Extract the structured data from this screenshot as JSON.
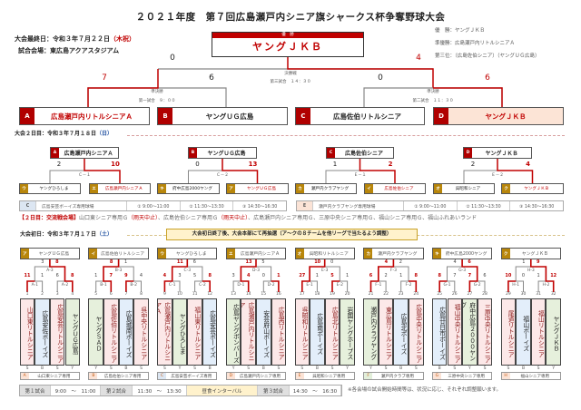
{
  "title": "２０２１年度　第７回広島瀬戸内シニア旗シャークス杯争奪野球大会",
  "final_day": {
    "date_label": "大会最終日：令和３年７月２２日",
    "holiday": "（木祝）",
    "venue": "試合会場：東広島アクアスタジアム"
  },
  "champion": {
    "header": "優　勝",
    "name": "ヤングＪＫＢ"
  },
  "results": [
    "優　勝：ヤングＪＫＢ",
    "準優勝：広島瀬戸内リトルシニアＡ",
    "第三位：（広島佐伯シニア）（ヤングＵＧ広島）"
  ],
  "final": {
    "label": "決勝戦",
    "time": "第三試合　１４：３０",
    "scores": [
      "0",
      "4"
    ],
    "win": 1
  },
  "semis": [
    {
      "label": "準決勝",
      "time": "第一試合　９：００",
      "scores": [
        "7",
        "6"
      ],
      "win": 0
    },
    {
      "label": "準決勝",
      "time": "第二試合　１１：３０",
      "scores": [
        "0",
        "6"
      ],
      "win": 1
    }
  ],
  "semi_teams": [
    {
      "letter": "A",
      "name": "広島瀬戸内リトルシニアＡ",
      "highlight": "red"
    },
    {
      "letter": "B",
      "name": "ヤングＵＧ広島",
      "highlight": "none"
    },
    {
      "letter": "C",
      "name": "広島佐伯リトルシニア",
      "highlight": "none"
    },
    {
      "letter": "D",
      "name": "ヤングＪＫＢ",
      "highlight": "fill"
    }
  ],
  "day2": {
    "date_label": "大会２日目：令和３年７月１８日",
    "weekday": "（日）",
    "groups": [
      {
        "letter": "A",
        "team": "広島瀬戸内シニアＡ",
        "label": "Ｃ－１",
        "scores": [
          "2",
          "10"
        ],
        "win": 1,
        "sides": [
          {
            "letter": "ウ",
            "name": "ヤングひろしま"
          },
          {
            "letter": "エ",
            "name": "広島瀬戸内シニアＡ"
          }
        ]
      },
      {
        "letter": "B",
        "team": "ヤングＵＧ広島",
        "label": "Ｃ－２",
        "scores": [
          "0",
          "13"
        ],
        "win": 1,
        "sides": [
          {
            "letter": "キ",
            "name": "府中広島2000ヤング"
          },
          {
            "letter": "ア",
            "name": "ヤングＵＧ広島"
          }
        ]
      },
      {
        "letter": "C",
        "team": "広島佐伯シニア",
        "label": "Ｅ－１",
        "scores": [
          "1",
          "2"
        ],
        "win": 1,
        "sides": [
          {
            "letter": "カ",
            "name": "瀬戸内クラブヤング"
          },
          {
            "letter": "イ",
            "name": "広島佐伯シニア"
          }
        ]
      },
      {
        "letter": "D",
        "team": "ヤングＪＫＢ",
        "label": "Ｅ－２",
        "scores": [
          "2",
          "4"
        ],
        "win": 1,
        "sides": [
          {
            "letter": "オ",
            "name": "呉昭和シニア"
          },
          {
            "letter": "ク",
            "name": "ヤングＪＫＢ"
          }
        ]
      }
    ],
    "venues": [
      {
        "letter": "C",
        "name": "広島安芸ボーイズ専用球場",
        "slots": [
          "① 9:00～11:00",
          "② 11:30～13:30",
          "③ 14:30～16:30"
        ]
      },
      {
        "letter": "E",
        "name": "瀬戸内クラブヤング専用球場",
        "slots": [
          "① 9:00～11:00",
          "② 11:30～13:30",
          "③ 14:30～16:30"
        ]
      }
    ],
    "exchange": {
      "head": "【２日目：交流戦会場】",
      "parts": [
        "山口東シニア専用Ｇ",
        "（雨天中止）",
        "、広島佐伯シニア専用Ｇ",
        "（雨天中止）",
        "、広島瀬戸内シニア専用Ｇ、三原中央シニア専用Ｇ、福山シニア専用Ｇ、福山ふれあいランド"
      ]
    }
  },
  "day1": {
    "date_label": "大会初日：令和３年７月１７日",
    "weekday": "（土）",
    "notice": "大会初日終了後、大会本部にて再抽選（ア～クの８チームを他リーグで当たるよう調整）",
    "groups": [
      {
        "letter": "ア",
        "winner": "ヤングＵＧ広島",
        "final": {
          "label": "A-3",
          "scores": [
            "3",
            "8"
          ],
          "win": 1
        },
        "r1": [
          {
            "label": "A-1",
            "scores": [
              "11",
              "1"
            ],
            "win": 0
          },
          {
            "label": "A-2",
            "scores": [
              "6",
              "8"
            ],
            "win": 1
          }
        ],
        "teams": [
          {
            "no": "1",
            "name": "山口東リトルシニア",
            "type": "S"
          },
          {
            "no": "2",
            "name": "広島安佐ボーイズ",
            "type": "B"
          },
          {
            "no": "3",
            "name": "広島安芸リトルシニア",
            "type": "S"
          },
          {
            "no": "4",
            "name": "ヤングＵＧ広島",
            "type": "Y"
          }
        ],
        "venue": {
          "letter": "A",
          "name": "山口東シニア専用"
        }
      },
      {
        "letter": "イ",
        "winner": "広島佐伯リトルシニア",
        "final": {
          "label": "B-3",
          "scores": [
            "8",
            "1"
          ],
          "win": 0
        },
        "r1": [
          {
            "label": "B-1",
            "scores": [
              "1",
              "7"
            ],
            "win": 1
          },
          {
            "label": "B-2",
            "scores": [
              "9",
              "4"
            ],
            "win": 0
          }
        ],
        "teams": [
          {
            "no": "5",
            "name": "ヤングＳＡＤ",
            "type": "Y"
          },
          {
            "no": "6",
            "name": "広島佐伯リトルシニア",
            "type": "S"
          },
          {
            "no": "7",
            "name": "広島城南ボーイズ",
            "type": "B"
          },
          {
            "no": "8",
            "name": "呉中央リトルシニア",
            "type": "S"
          }
        ],
        "venue": {
          "letter": "B",
          "name": "広島佐伯シニア専用"
        }
      },
      {
        "letter": "ウ",
        "winner": "ヤングひろしま",
        "final": {
          "label": "C-3",
          "scores": [
            "11",
            "6"
          ],
          "win": 0
        },
        "r1": [
          {
            "label": "C-1",
            "scores": [
              "4",
              "3"
            ],
            "win": 0
          },
          {
            "label": "C-2",
            "scores": [
              "5",
              "8"
            ],
            "win": 1
          }
        ],
        "teams": [
          {
            "no": "9",
            "name": "広島瀬戸内リトルシニアＡ",
            "type": "S"
          },
          {
            "no": "10",
            "name": "ヤングひろしま",
            "type": "Y"
          },
          {
            "no": "11",
            "name": "福山東リトルシニア",
            "type": "S"
          },
          {
            "no": "12",
            "name": "広島安芸ボーイズ",
            "type": "B"
          }
        ],
        "venue": {
          "letter": "C",
          "name": "広島安芸ボーイズ専用"
        }
      },
      {
        "letter": "エ",
        "winner": "広島瀬戸内シニアＡ",
        "final": {
          "label": "D-3",
          "scores": [
            "13",
            "5"
          ],
          "win": 0
        },
        "r1": [
          {
            "label": "D-1",
            "scores": [
              "3",
              "4"
            ],
            "win": 1
          },
          {
            "label": "D-2",
            "scores": [
              "0",
              "1"
            ],
            "win": 1
          }
        ],
        "teams": [
          {
            "no": "13",
            "name": "広島ヤングボンバーズ",
            "type": "Y"
          },
          {
            "no": "14",
            "name": "広島瀬戸内リトルシニア",
            "type": "S"
          },
          {
            "no": "15",
            "name": "安芸府山ボーイズ",
            "type": "B"
          },
          {
            "no": "16",
            "name": "広島西リトルシニア",
            "type": "S"
          }
        ],
        "venue": {
          "letter": "D",
          "name": "広島瀬戸内シニア専用"
        }
      },
      {
        "letter": "オ",
        "winner": "呉昭和リトルシニア",
        "final": {
          "label": "E-3",
          "scores": [
            "10",
            "0"
          ],
          "win": 0
        },
        "r1": [
          {
            "label": "E-1",
            "scores": [
              "27",
              "1"
            ],
            "win": 0
          },
          {
            "label": "E-2",
            "scores": [
              "5",
              "1"
            ],
            "win": 0
          }
        ],
        "teams": [
          {
            "no": "17",
            "name": "呉昭和リトルシニア",
            "type": "S"
          },
          {
            "no": "18",
            "name": "広島南ボーイズ",
            "type": "B"
          },
          {
            "no": "19",
            "name": "広島北リトルシニア",
            "type": "S"
          },
          {
            "no": "20",
            "name": "岩国ヤングホープス",
            "type": "Y"
          }
        ],
        "venue": {
          "letter": "E",
          "name": "呉昭和シニア専用"
        }
      },
      {
        "letter": "カ",
        "winner": "瀬戸内クラブヤング",
        "final": {
          "label": "F-3",
          "scores": [
            "4",
            "2"
          ],
          "win": 0
        },
        "r1": [
          {
            "label": "F-1",
            "scores": [
              "6",
              "2"
            ],
            "win": 0
          },
          {
            "label": "F-2",
            "scores": [
              "1",
              "8"
            ],
            "win": 1
          }
        ],
        "teams": [
          {
            "no": "21",
            "name": "瀬戸内クラブヤング",
            "type": "Y"
          },
          {
            "no": "22",
            "name": "東広島リトルシニア",
            "type": "S"
          },
          {
            "no": "23",
            "name": "広島北ボーイズ",
            "type": "B"
          },
          {
            "no": "24",
            "name": "広島中央リトルシニア",
            "type": "S"
          }
        ],
        "venue": {
          "letter": "F",
          "name": "瀬戸内クラブ専用"
        }
      },
      {
        "letter": "キ",
        "winner": "府中広島2000ヤング",
        "final": {
          "label": "G-3",
          "scores": [
            "4",
            "6"
          ],
          "win": 1
        },
        "r1": [
          {
            "label": "G-1",
            "scores": [
              "8",
              "7"
            ],
            "win": 0
          },
          {
            "label": "G-2",
            "scores": [
              "7",
              "6"
            ],
            "win": 0
          }
        ],
        "teams": [
          {
            "no": "25",
            "name": "広島廿日市ボーイズ",
            "type": "B"
          },
          {
            "no": "26",
            "name": "福山中央リトルシニア",
            "type": "S"
          },
          {
            "no": "27",
            "name": "府中広島２０００ヤング",
            "type": "Y"
          },
          {
            "no": "28",
            "name": "三原中央リトルシニア",
            "type": "S"
          }
        ],
        "venue": {
          "letter": "G",
          "name": "三原中央シニア専用"
        }
      },
      {
        "letter": "ク",
        "winner": "ヤングＪＫＢ",
        "final": {
          "label": "H-3",
          "scores": [
            "1",
            "9"
          ],
          "win": 1
        },
        "r1": [
          {
            "label": "H-1",
            "scores": [
              "10",
              "0"
            ],
            "win": 0
          },
          {
            "label": "H-2",
            "scores": [
              "1",
              "12"
            ],
            "win": 1
          }
        ],
        "teams": [
          {
            "no": "29",
            "name": "尾道リトルシニア",
            "type": "S"
          },
          {
            "no": "30",
            "name": "福山ボーイズ",
            "type": "B"
          },
          {
            "no": "31",
            "name": "福山リトルシニア",
            "type": "S"
          },
          {
            "no": "32",
            "name": "ヤングＪＫＢ",
            "type": "Y"
          }
        ],
        "venue": {
          "letter": "H",
          "name": "福山シニア専用"
        }
      }
    ],
    "times": [
      {
        "label": "第１試合",
        "time": "9:00　～　11:00"
      },
      {
        "label": "第２試合",
        "time": "11:30　～　13:30"
      },
      {
        "label": "昼食インターバル",
        "time": ""
      },
      {
        "label": "第３試合",
        "time": "14:30　～　16:30"
      }
    ],
    "note": "※各会場の試合開始時間等は、状況に応じ、それぞれ調整願います。"
  },
  "colors": {
    "accent": "#c00000",
    "line": "#888888",
    "gold": "#b8860b",
    "senior": "#fce8e8",
    "boys": "#e3eefa",
    "young": "#e6f0dc",
    "notice": "#fff2cc"
  }
}
